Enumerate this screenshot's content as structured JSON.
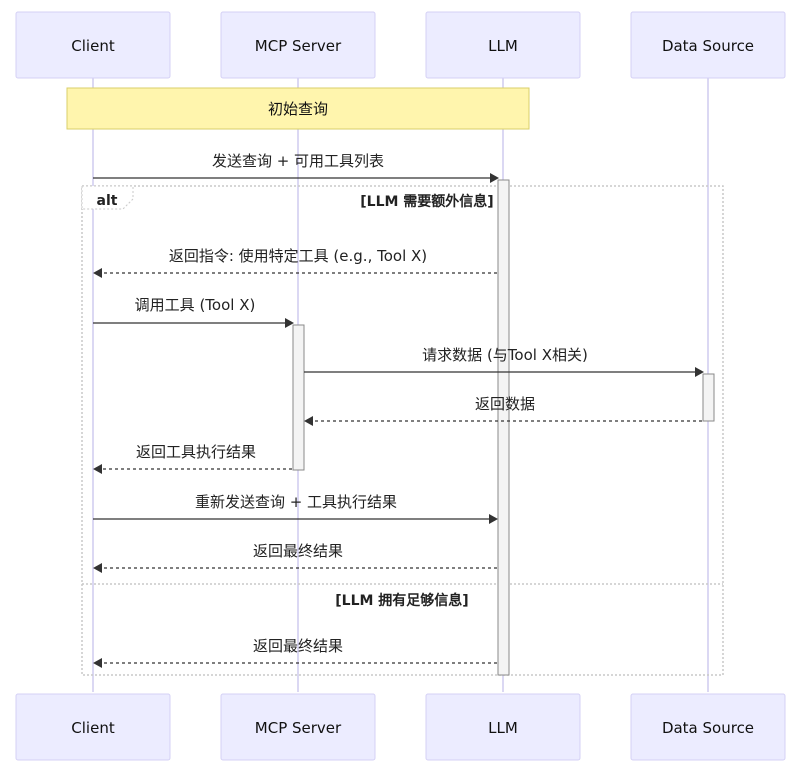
{
  "actors": [
    {
      "id": "client",
      "label": "Client"
    },
    {
      "id": "mcp",
      "label": "MCP Server"
    },
    {
      "id": "llm",
      "label": "LLM"
    },
    {
      "id": "data",
      "label": "Data Source"
    }
  ],
  "note": {
    "label": "初始查询",
    "from": "client",
    "to": "llm"
  },
  "messages": [
    {
      "from": "client",
      "to": "llm",
      "label": "发送查询 + 可用工具列表",
      "style": "solid"
    },
    {
      "from": "llm",
      "to": "client",
      "label": "返回指令: 使用特定工具 (e.g., Tool X)",
      "style": "dashed"
    },
    {
      "from": "client",
      "to": "mcp",
      "label": "调用工具 (Tool X)",
      "style": "solid"
    },
    {
      "from": "mcp",
      "to": "data",
      "label": "请求数据 (与Tool X相关)",
      "style": "solid"
    },
    {
      "from": "data",
      "to": "mcp",
      "label": "返回数据",
      "style": "dashed"
    },
    {
      "from": "mcp",
      "to": "client",
      "label": "返回工具执行结果",
      "style": "dashed"
    },
    {
      "from": "client",
      "to": "llm",
      "label": "重新发送查询 + 工具执行结果",
      "style": "solid"
    },
    {
      "from": "llm",
      "to": "client",
      "label": "返回最终结果",
      "style": "dashed"
    },
    {
      "from": "llm",
      "to": "client",
      "label": "返回最终结果",
      "style": "dashed"
    }
  ],
  "alt_frame": {
    "keyword": "alt",
    "condition_1": "[LLM 需要额外信息]",
    "condition_2": "[LLM 拥有足够信息]"
  },
  "colors": {
    "actor_fill": "#ececff",
    "note_fill": "#fff5ad",
    "line": "#333333"
  }
}
